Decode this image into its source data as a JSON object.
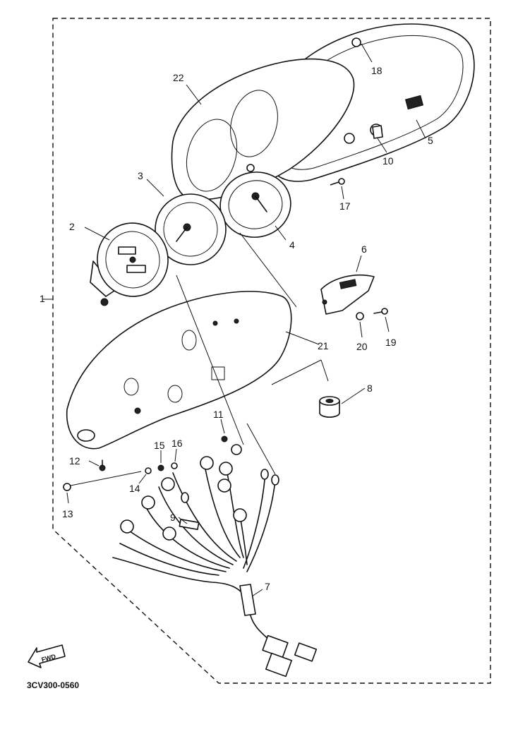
{
  "diagram": {
    "code": "3CV300-0560",
    "fwd_label": "FWD",
    "callouts": [
      "1",
      "2",
      "3",
      "4",
      "5",
      "6",
      "7",
      "8",
      "9",
      "10",
      "11",
      "12",
      "13",
      "14",
      "15",
      "16",
      "17",
      "18",
      "19",
      "20",
      "21",
      "22"
    ]
  }
}
